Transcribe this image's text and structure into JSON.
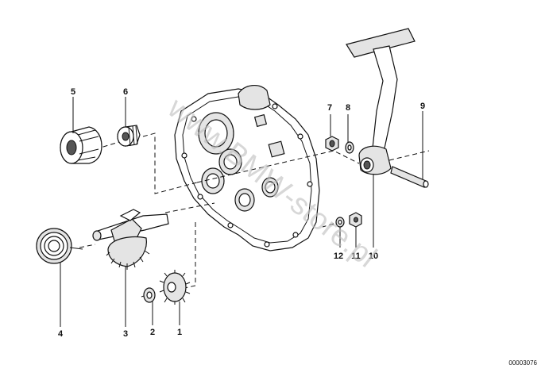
{
  "watermark": "www.BMW-store.pl",
  "reference_number": "00003076",
  "callouts": [
    {
      "id": "1",
      "text": "1"
    },
    {
      "id": "2",
      "text": "2"
    },
    {
      "id": "3",
      "text": "3"
    },
    {
      "id": "4",
      "text": "4"
    },
    {
      "id": "5",
      "text": "5"
    },
    {
      "id": "6",
      "text": "6"
    },
    {
      "id": "7",
      "text": "7"
    },
    {
      "id": "8",
      "text": "8"
    },
    {
      "id": "9",
      "text": "9"
    },
    {
      "id": "10",
      "text": "10"
    },
    {
      "id": "11",
      "text": "11"
    },
    {
      "id": "12",
      "text": "12"
    }
  ]
}
